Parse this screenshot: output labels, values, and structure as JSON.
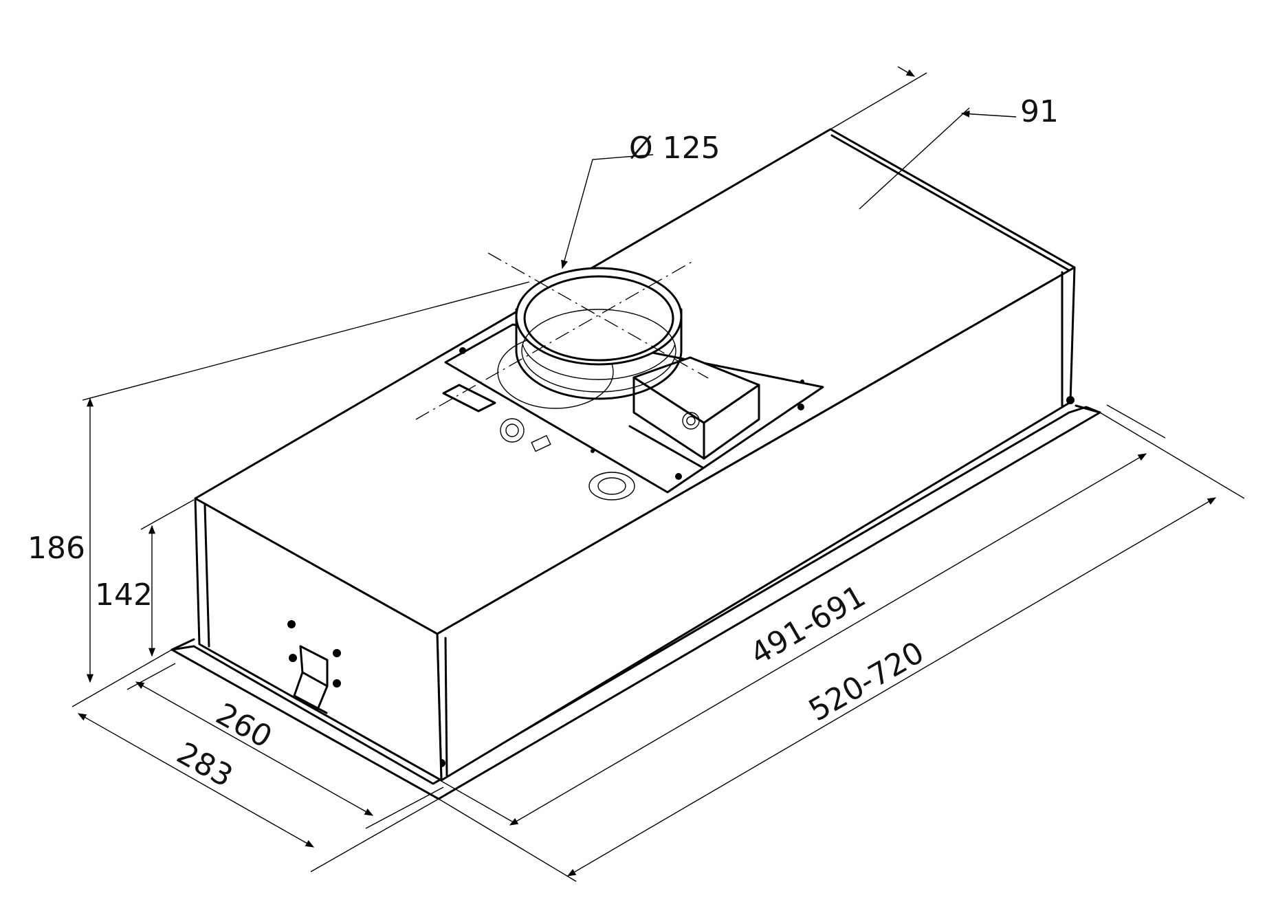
{
  "dimensions": {
    "duct_diameter": "Ø 125",
    "top_offset": "91",
    "total_height": "186",
    "body_height": "142",
    "inner_depth": "260",
    "outer_depth": "283",
    "inner_width": "491-691",
    "outer_width": "520-720"
  }
}
